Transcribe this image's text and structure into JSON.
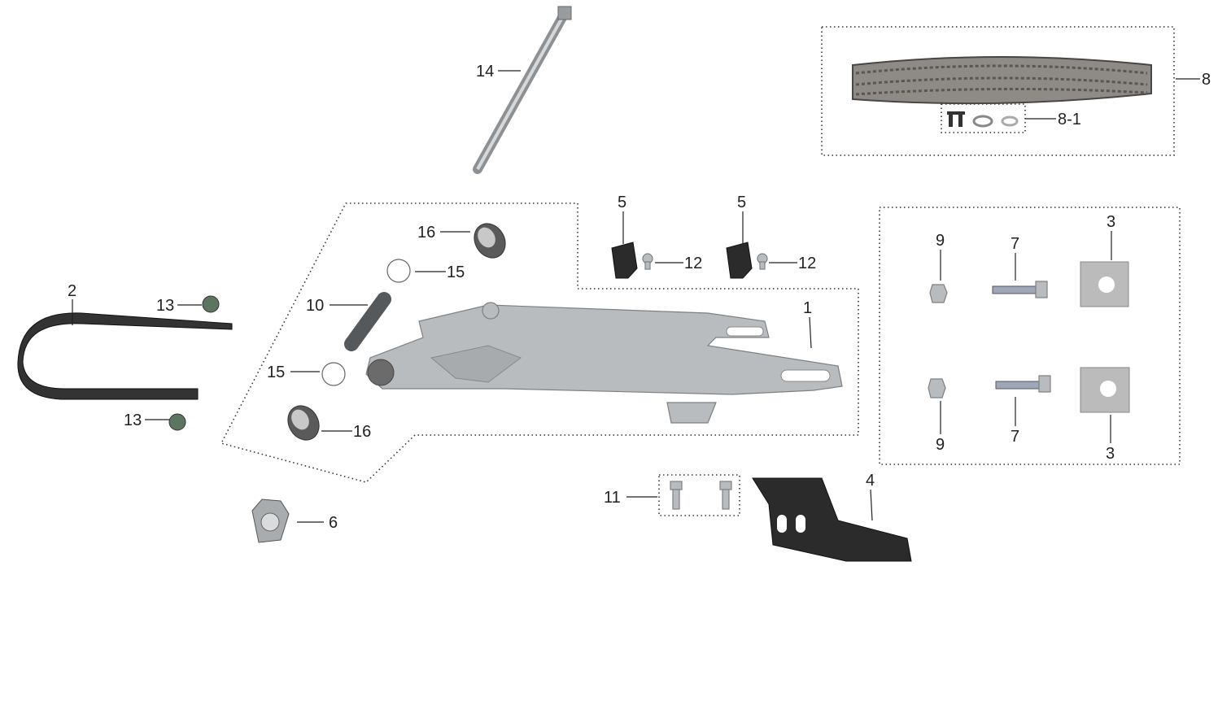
{
  "diagram": {
    "title": "Swingarm and chain exploded parts diagram",
    "callouts": [
      "14",
      "8",
      "8-1",
      "5",
      "5",
      "12",
      "12",
      "16",
      "15",
      "10",
      "1",
      "2",
      "13",
      "15",
      "13",
      "16",
      "9",
      "7",
      "3",
      "9",
      "7",
      "3",
      "11",
      "4",
      "6"
    ]
  }
}
